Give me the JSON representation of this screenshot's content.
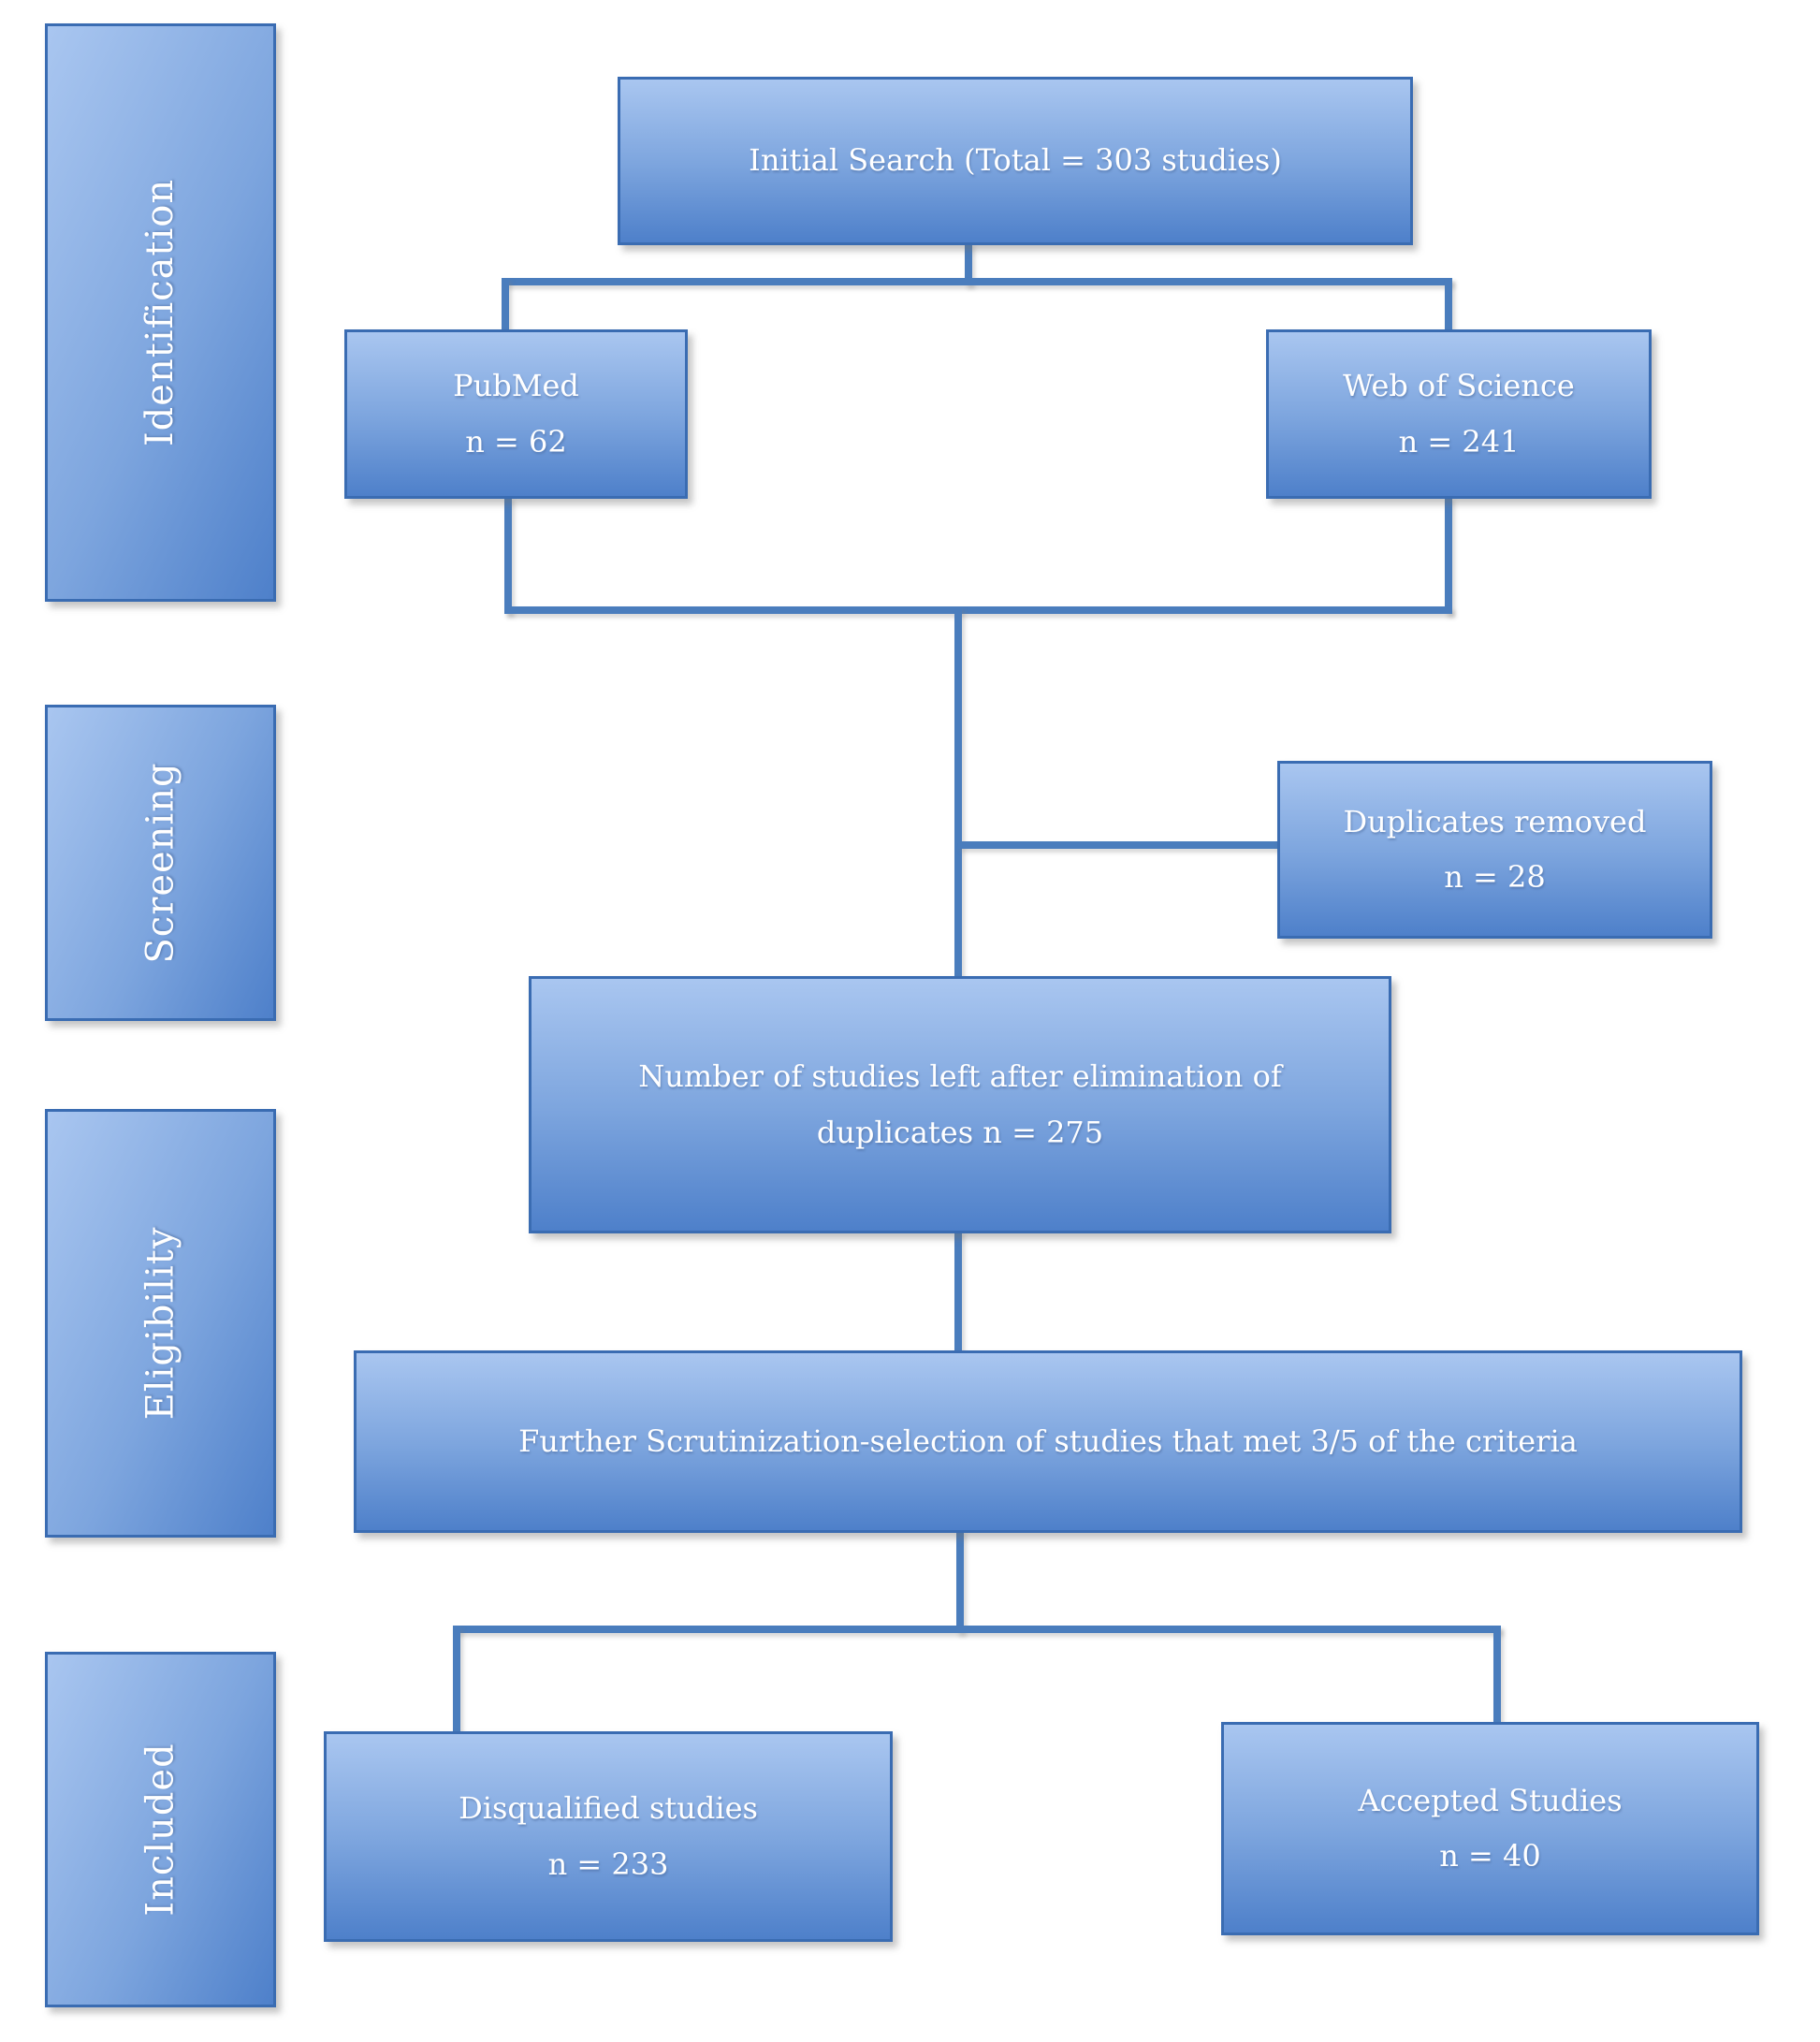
{
  "figure": {
    "stages": [
      {
        "id": "identification",
        "label": "Identification"
      },
      {
        "id": "screening",
        "label": "Screening"
      },
      {
        "id": "eligibility",
        "label": "Eligibility"
      },
      {
        "id": "included",
        "label": "Included"
      }
    ],
    "nodes": [
      {
        "id": "initial-search",
        "title": "Initial Search (Total = 303 studies)"
      },
      {
        "id": "pubmed",
        "title": "PubMed",
        "count": "n = 62"
      },
      {
        "id": "web-of-science",
        "title": "Web of Science",
        "count": "n = 241"
      },
      {
        "id": "duplicates-removed",
        "title": "Duplicates removed",
        "count": "n = 28"
      },
      {
        "id": "after-duplicates",
        "title": "Number of studies left after elimination of duplicates n = 275"
      },
      {
        "id": "further-scrutinization",
        "title": "Further Scrutinization-selection of studies that met 3/5 of the criteria"
      },
      {
        "id": "disqualified-studies",
        "title": "Disqualified studies",
        "count": "n = 233"
      },
      {
        "id": "accepted-studies",
        "title": "Accepted Studies",
        "count": "n = 40"
      }
    ],
    "colors": {
      "box_gradient_top": "#a9c6f0",
      "box_gradient_mid": "#7da5de",
      "box_gradient_bottom": "#4e80ca",
      "box_border": "#3a6cb2",
      "connector": "#4a7dbd",
      "text": "#ffffff"
    }
  }
}
